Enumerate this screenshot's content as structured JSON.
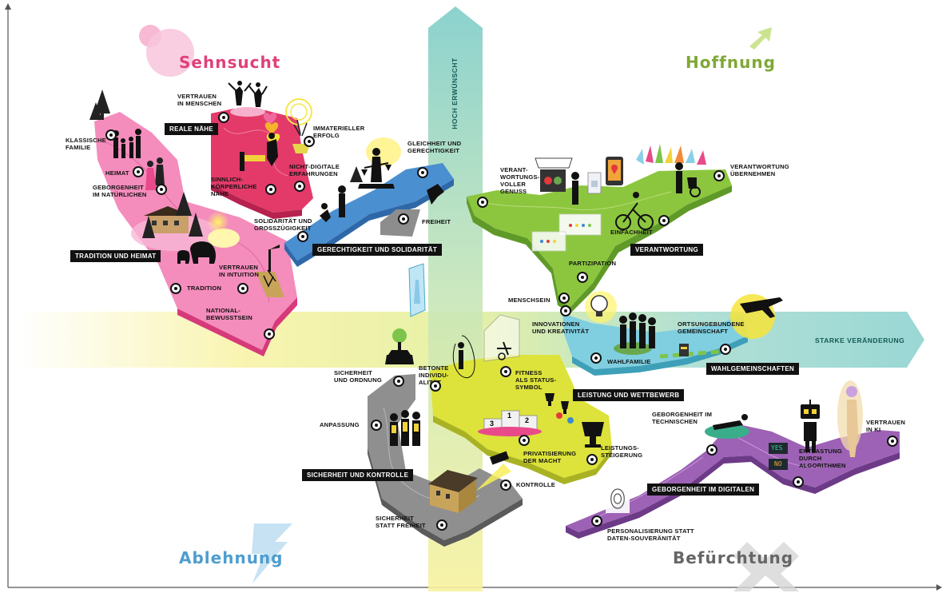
{
  "axes": {
    "vertical": "HOCH ERWÜNSCHT",
    "horizontal": "STARKE VERÄNDERUNG"
  },
  "quadrants": {
    "top_left": "Sehnsucht",
    "top_right": "Hoffnung",
    "bottom_left": "Ablehnung",
    "bottom_right": "Befürchtung"
  },
  "colors": {
    "sehnsucht": "#e0407a",
    "hoffnung": "#8dbb2e",
    "ablehnung": "#5aa8d8",
    "befuerchtung": "#6d6d6d",
    "pink_platform": "#f06aa8",
    "red_platform": "#e2245a",
    "blue_platform": "#3f86c8",
    "green_platform": "#8cc63f",
    "teal_platform": "#6fc7d8",
    "yellow_platform": "#dbe23a",
    "gray_platform": "#8d8d8d",
    "purple_platform": "#9a5bb0",
    "teal_axis": "#8fd6cf",
    "yellow_axis": "#f6f29a"
  },
  "clusters": {
    "tradition": "TRADITION UND HEIMAT",
    "reale_naehe": "REALE NÄHE",
    "gerechtigkeit": "GERECHTIGKEIT UND SOLIDARITÄT",
    "verantwortung": "VERANTWORTUNG",
    "wahlgemeinschaften": "WAHLGEMEINSCHAFTEN",
    "leistung": "LEISTUNG UND WETTBEWERB",
    "sicherheit": "SICHERHEIT UND KONTROLLE",
    "geborgenheit_digital": "GEBORGENHEIT IM DIGITALEN"
  },
  "labels": {
    "klassische_familie": "KLASSISCHE\nFAMILIE",
    "heimat": "HEIMAT",
    "geborgenheit_natuerlich": "GEBORGENHEIT\nIM NATÜRLICHEN",
    "tradition": "TRADITION",
    "national": "NATIONAL-\nBEWUSSTSEIN",
    "vertrauen_intuition": "VERTRAUEN\nIN INTUITION",
    "vertrauen_menschen": "VERTRAUEN\nIN MENSCHEN",
    "immaterieller": "IMMATERIELLER\nERFOLG",
    "nicht_digital": "NICHT-DIGITALE\nERFAHRUNGEN",
    "sinnlich": "SINNLICH-\nKÖRPERLICHE\nNÄHE",
    "gleichheit": "GLEICHHEIT UND\nGERECHTIGKEIT",
    "solidaritaet": "SOLIDARITÄT UND\nGROSSZÜGIGKEIT",
    "freiheit": "FREIHEIT",
    "verantwortungsvoller": "VERANT-\nWORTUNGS-\nVOLLER\nGENUSS",
    "verantwortung_uebernehmen": "VERANTWORTUNG\nÜBERNEHMEN",
    "einfachheit": "EINFACHHEIT",
    "partizipation": "PARTIZIPATION",
    "menschsein": "MENSCHSEIN",
    "innovationen": "INNOVATIONEN\nUND KREATIVITÄT",
    "wahlfamilie": "WAHLFAMILIE",
    "ortsungebundene": "ORTSUNGEBUNDENE\nGEMEINSCHAFT",
    "sicherheit_ordnung": "SICHERHEIT\nUND ORDNUNG",
    "anpassung": "ANPASSUNG",
    "kontrolle": "KONTROLLE",
    "sicherheit_statt": "SICHERHEIT\nSTATT FREIHEIT",
    "betonte": "BETONTE\nINDIVIDU-\nALITÄT",
    "fitness": "FITNESS\nALS STATUS-\nSYMBOL",
    "privatisierung": "PRIVATISIERUNG\nDER MACHT",
    "leistungssteigerung": "LEISTUNGS-\nSTEIGERUNG",
    "geborgenheit_technischen": "GEBORGENHEIT IM\nTECHNISCHEN",
    "entlastung": "ENTLASTUNG\nDURCH\nALGORITHMEN",
    "vertrauen_ki": "VERTRAUEN\nIN KI",
    "personalisierung": "PERSONALISIERUNG STATT\nDATEN-SOUVERÄNITÄT"
  },
  "screens": {
    "yes": "YES",
    "no": "NO"
  },
  "podium": [
    "3",
    "1",
    "2"
  ]
}
